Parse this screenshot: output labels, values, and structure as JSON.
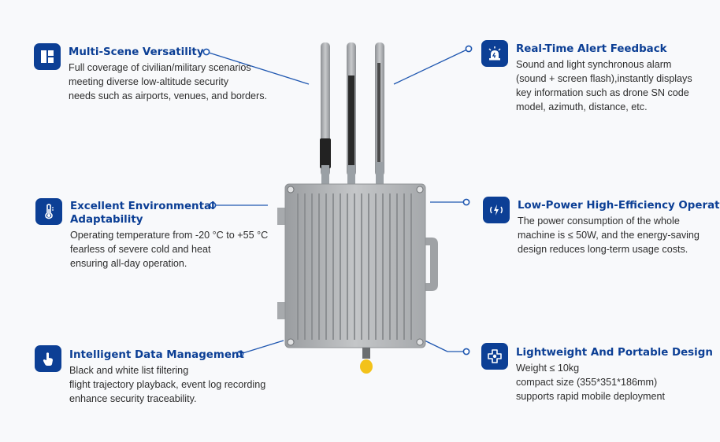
{
  "accent_color": "#0c3f95",
  "features": [
    {
      "id": "multi-scene",
      "icon": "layout-grid-icon",
      "title": "Multi-Scene Versatility",
      "lines": [
        "Full coverage of civilian/military scenarios",
        "meeting diverse low-altitude security",
        "needs such as airports, venues, and borders."
      ]
    },
    {
      "id": "environmental",
      "icon": "thermometer-icon",
      "title": "Excellent Environmental Adaptability",
      "title_lines": [
        "Excellent Environmental",
        "Adaptability"
      ],
      "lines": [
        "Operating temperature from -20 °C to +55 °C",
        "fearless of severe cold and heat",
        "ensuring all-day operation."
      ]
    },
    {
      "id": "data-management",
      "icon": "hand-pointer-icon",
      "title": "Intelligent Data Management",
      "lines": [
        "Black and white list filtering",
        "flight trajectory playback, event log recording",
        "enhance security traceability."
      ]
    },
    {
      "id": "alert-feedback",
      "icon": "alarm-siren-icon",
      "title": "Real-Time Alert Feedback",
      "lines": [
        "Sound and light synchronous alarm",
        "(sound + screen flash),instantly displays",
        "key information such as drone SN code",
        "model, azimuth, distance, etc."
      ]
    },
    {
      "id": "low-power",
      "icon": "energy-signal-icon",
      "title": "Low-Power High-Efficiency Operation",
      "lines": [
        "The power consumption of the whole",
        "machine is ≤ 50W, and the energy-saving",
        "design reduces long-term usage costs."
      ]
    },
    {
      "id": "portable",
      "icon": "portable-move-icon",
      "title": "Lightweight And Portable Design",
      "lines": [
        "Weight ≤ 10kg",
        "compact size (355*351*186mm)",
        "supports rapid mobile deployment"
      ]
    }
  ]
}
